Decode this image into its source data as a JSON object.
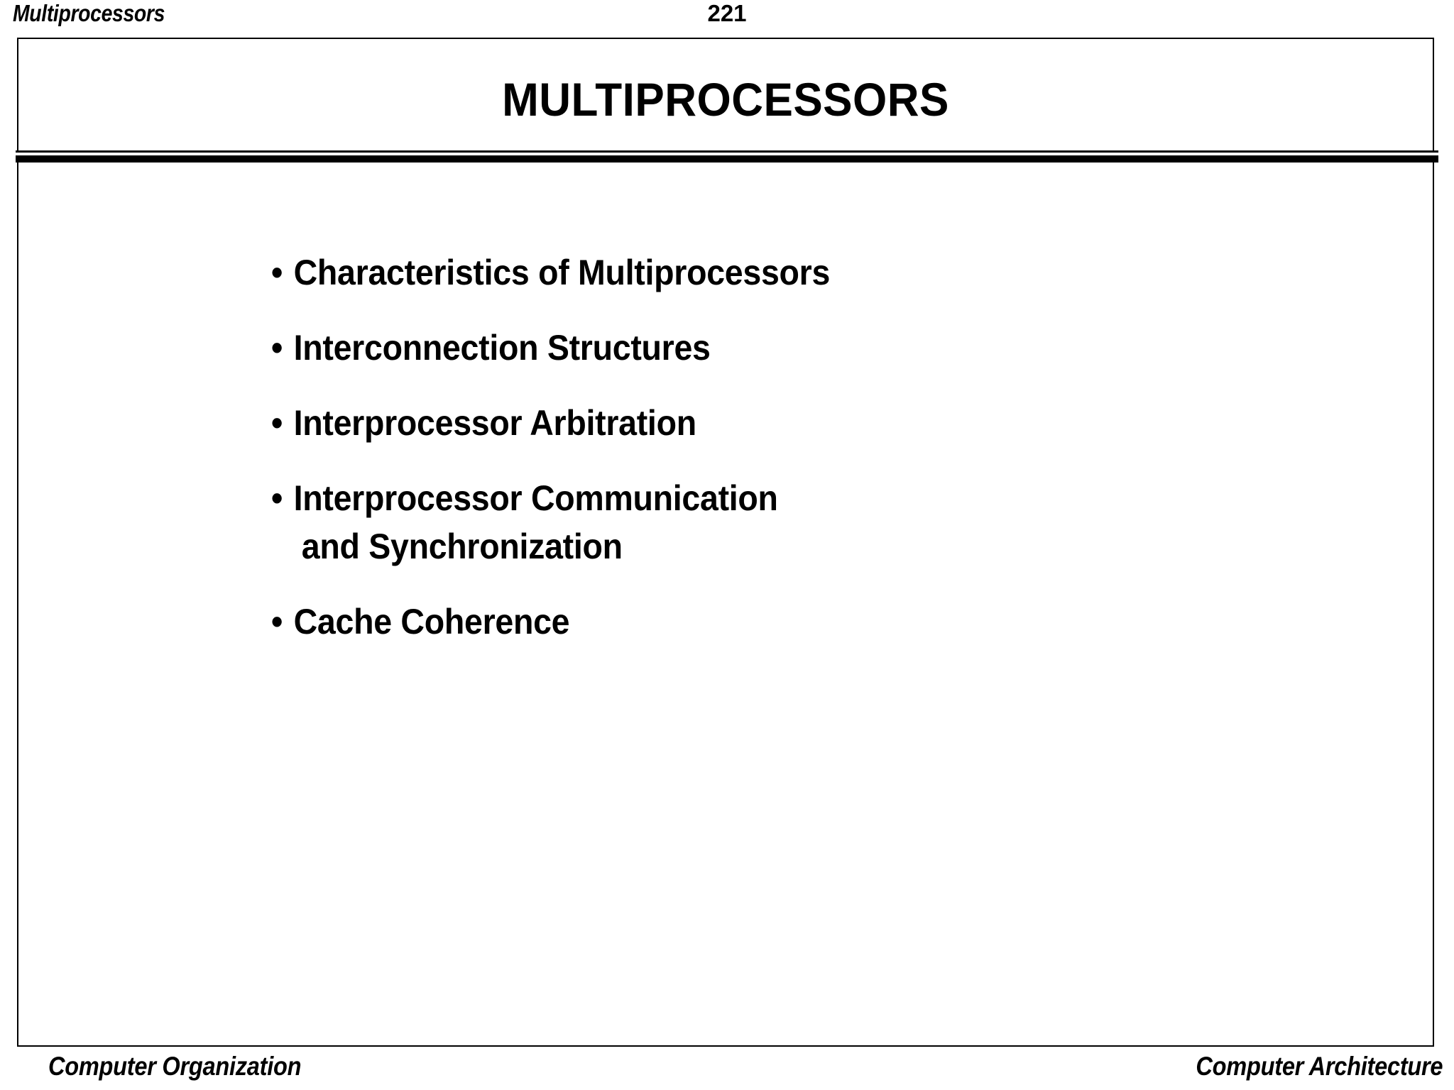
{
  "header": {
    "running_title": "Multiprocessors",
    "page_number": "221"
  },
  "slide": {
    "title": "MULTIPROCESSORS",
    "bullet_glyph": "•",
    "topics": [
      {
        "line1": "Characteristics of Multiprocessors",
        "line2": ""
      },
      {
        "line1": "Interconnection Structures",
        "line2": ""
      },
      {
        "line1": "Interprocessor Arbitration",
        "line2": ""
      },
      {
        "line1": "Interprocessor Communication",
        "line2": "and Synchronization"
      },
      {
        "line1": "Cache Coherence",
        "line2": ""
      }
    ]
  },
  "footer": {
    "left": "Computer Organization",
    "right": "Computer Architecture"
  },
  "colors": {
    "ink": "#000000",
    "paper": "#ffffff"
  }
}
